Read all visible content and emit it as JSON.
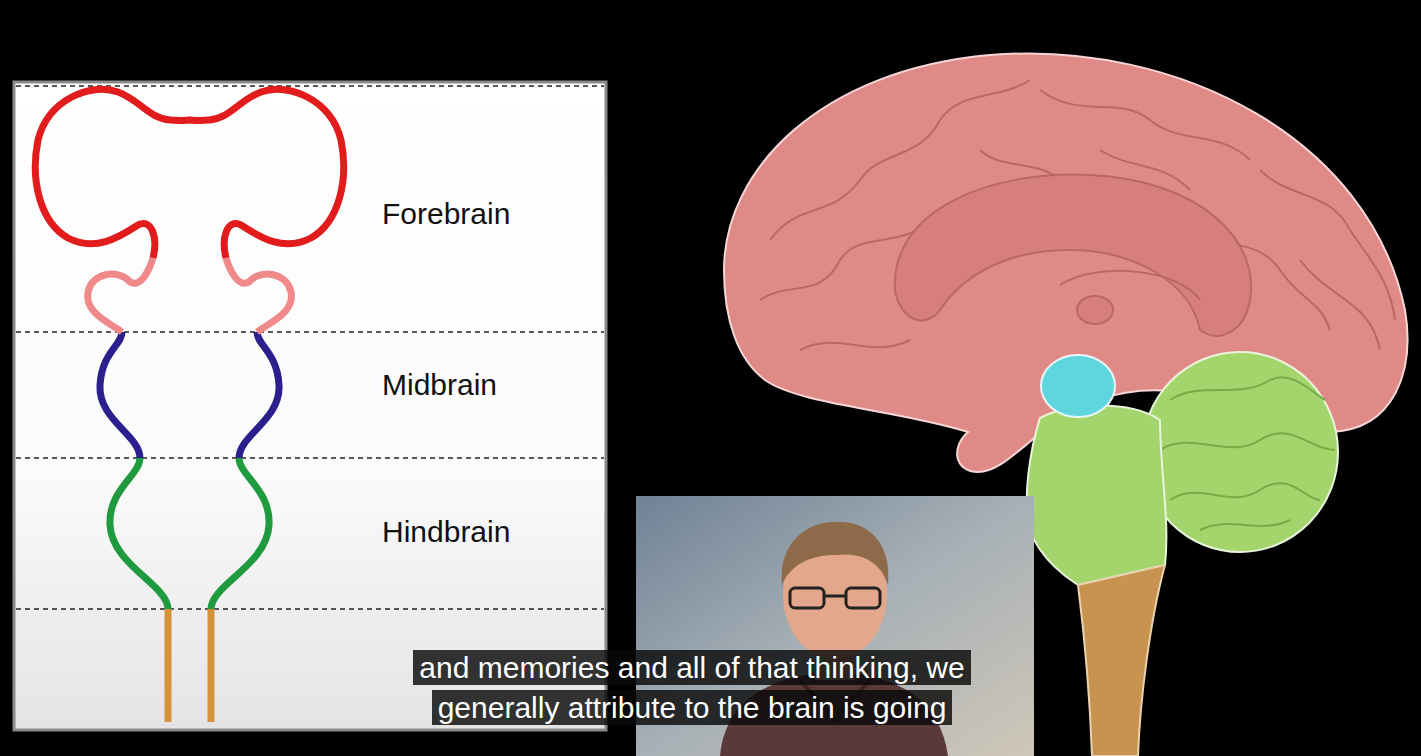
{
  "diagram": {
    "caption": "and memories and all of that thinking, we generally attribute to the brain is going",
    "labels": [
      "Forebrain",
      "Midbrain",
      "Hindbrain"
    ]
  }
}
